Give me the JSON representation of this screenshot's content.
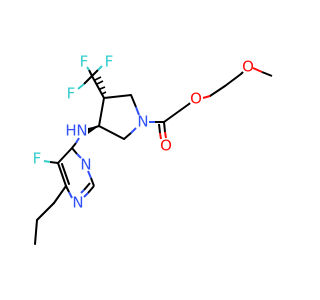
{
  "colors": {
    "bond": "#000000",
    "F": "#33CCCC",
    "N": "#3050F8",
    "O": "#FF0D0D",
    "background": "#FFFFFF"
  },
  "atoms": {
    "f_cf3_top": "F",
    "f_cf3_mid": "F",
    "f_cf3_left": "F",
    "n_amine": "N",
    "h_amine": "H",
    "f_pyrimidine": "F",
    "n_pyrimidine_1": "N",
    "n_pyrimidine_3": "N",
    "n_pyrrolidine": "N",
    "o_carbonyl": "O",
    "o_ether_1": "O",
    "o_ether_2": "O"
  }
}
